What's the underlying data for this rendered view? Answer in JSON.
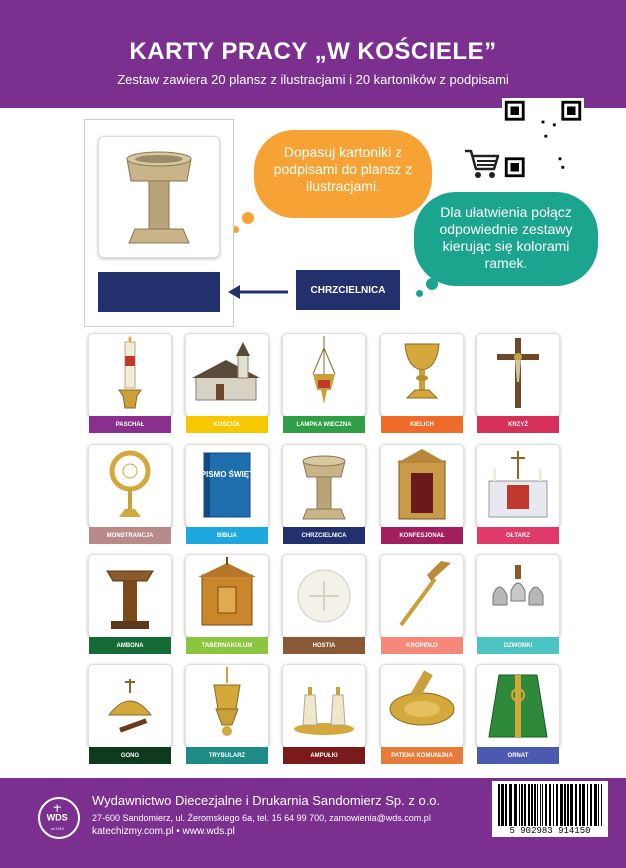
{
  "header": {
    "title": "KARTY PRACY „W KOŚCIELE”",
    "subtitle": "Zestaw zawiera 20 plansz z ilustracjami i 20 kartoników z podpisami"
  },
  "instructions": {
    "bubble_orange": "Dopasuj kartoniki z podpisami do plansz z ilustracjami.",
    "bubble_teal": "Dla ułatwienia połącz odpowiednie zestawy kierując się kolorami ramek.",
    "example_label": "CHRZCIELNICA"
  },
  "colors": {
    "purple": "#7b2f8e",
    "navy": "#23306e",
    "orange": "#f7a234",
    "teal": "#1ba58e"
  },
  "cards": [
    {
      "label": "PASCHAŁ",
      "color": "#8b2f8e",
      "icon": "paschal-candle-icon"
    },
    {
      "label": "KOŚCIÓŁ",
      "color": "#f5c800",
      "icon": "church-icon"
    },
    {
      "label": "LAMPKA WIECZNA",
      "color": "#2f9e44",
      "icon": "sanctuary-lamp-icon"
    },
    {
      "label": "KIELICH",
      "color": "#f06a2a",
      "icon": "chalice-icon"
    },
    {
      "label": "KRZYŻ",
      "color": "#d62f5a",
      "icon": "crucifix-icon"
    },
    {
      "label": "MONSTRANCJA",
      "color": "#b88a8a",
      "icon": "monstrance-icon"
    },
    {
      "label": "BIBLIA",
      "color": "#1ea8e0",
      "icon": "bible-icon"
    },
    {
      "label": "CHRZCIELNICA",
      "color": "#23306e",
      "icon": "baptismal-font-icon"
    },
    {
      "label": "KONFESJONAŁ",
      "color": "#a01f5c",
      "icon": "confessional-icon"
    },
    {
      "label": "OŁTARZ",
      "color": "#e03a6a",
      "icon": "altar-icon"
    },
    {
      "label": "AMBONA",
      "color": "#146b36",
      "icon": "ambo-icon"
    },
    {
      "label": "TABERNAKULUM",
      "color": "#8cc63e",
      "icon": "tabernacle-icon"
    },
    {
      "label": "HOSTIA",
      "color": "#8a5a36",
      "icon": "host-icon"
    },
    {
      "label": "KROPIDŁO",
      "color": "#f58878",
      "icon": "aspergillum-icon"
    },
    {
      "label": "DZWONKI",
      "color": "#4cc4c4",
      "icon": "bells-icon"
    },
    {
      "label": "GONG",
      "color": "#0e3a1e",
      "icon": "gong-icon"
    },
    {
      "label": "TRYBULARZ",
      "color": "#1e8c86",
      "icon": "thurible-icon"
    },
    {
      "label": "AMPUŁKI",
      "color": "#7a1a1a",
      "icon": "cruets-icon"
    },
    {
      "label": "PATENA KOMUNIJNA",
      "color": "#e87a3a",
      "icon": "paten-icon"
    },
    {
      "label": "ORNAT",
      "color": "#4a5ab0",
      "icon": "chasuble-icon"
    }
  ],
  "bible_text": "PISMO ŚWIĘTE",
  "footer": {
    "publisher": "Wydawnictwo Diecezjalne i Drukarnia Sandomierz Sp. z o.o.",
    "address": "27-600 Sandomierz, ul. Żeromskiego 6a, tel. 15 64 99 700, zamowienia@wds.com.pl",
    "websites": "katechizmy.com.pl • www.wds.pl",
    "logo_text": "WDS",
    "logo_year": "od 1919",
    "barcode_number": "5 902983 914150"
  }
}
